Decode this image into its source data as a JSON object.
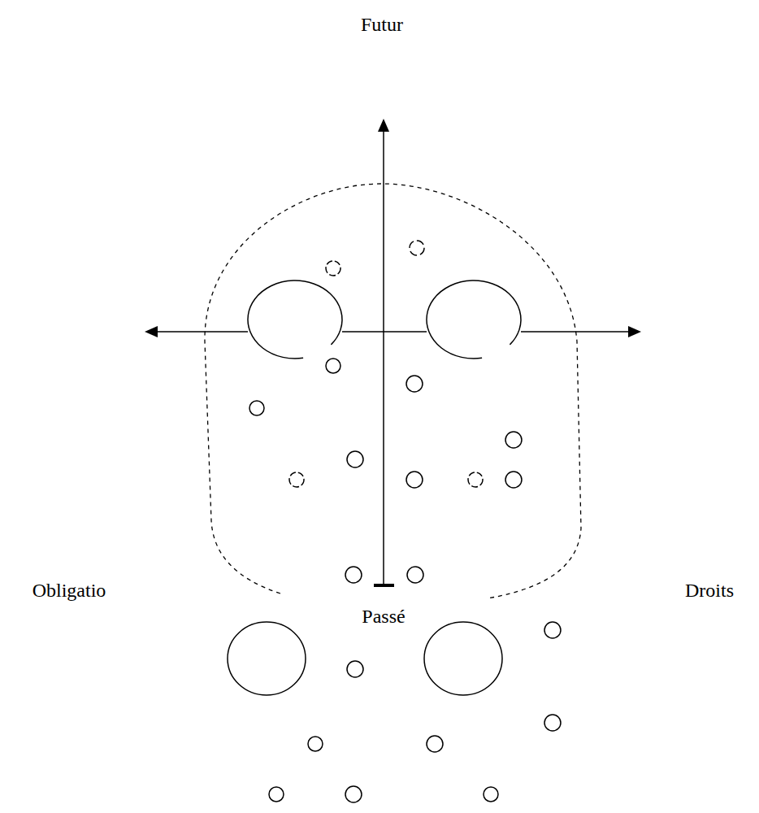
{
  "diagram": {
    "labels": [
      "Futur",
      "Obligatio",
      "Droits",
      "Passé"
    ]
  }
}
